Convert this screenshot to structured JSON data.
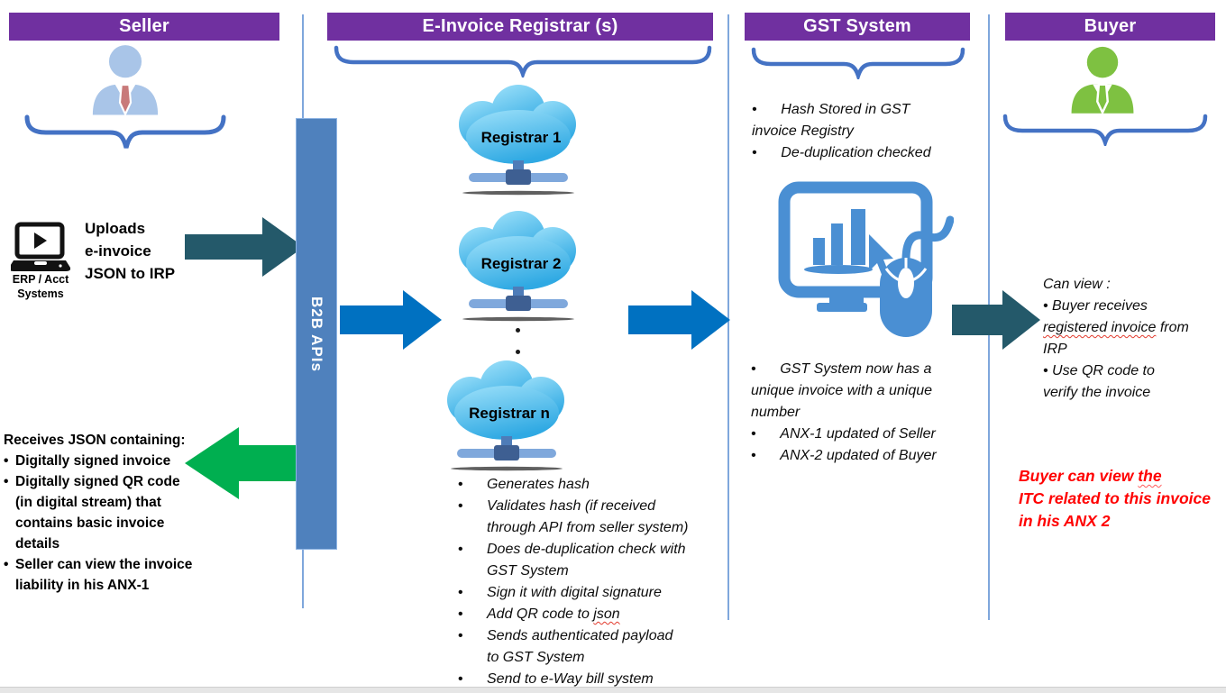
{
  "seller": {
    "header": "Seller",
    "erp_label": "ERP / Acct\nSystems",
    "upload_text": "Uploads\ne-invoice\nJSON to IRP",
    "receives_title": "Receives JSON containing:",
    "receives_bullets": [
      "Digitally signed invoice",
      "Digitally signed QR code\n(in digital stream) that\ncontains basic invoice\ndetails",
      "Seller can view the invoice\nliability in his ANX-1"
    ]
  },
  "b2b": {
    "label": "B2B APIs"
  },
  "registrar": {
    "header": "E-Invoice Registrar (s)",
    "clouds": [
      "Registrar 1",
      "Registrar 2",
      "Registrar n"
    ],
    "bullets": [
      "Generates hash",
      "Validates hash (if received\nthrough API from seller system)",
      "Does de-duplication check with\nGST System",
      "Sign it with digital signature"
    ],
    "add_qr": {
      "pre": "Add QR code to ",
      "word": "json"
    },
    "bullets2": [
      "Sends authenticated payload\nto GST System",
      "Send to e-Way bill system"
    ]
  },
  "gst": {
    "header": "GST System",
    "top_bullets": [
      "Hash Stored in GST\ninvoice Registry",
      "De-duplication checked"
    ],
    "bottom_bullets": [
      "GST System now has a\nunique invoice with a unique\nnumber",
      "ANX-1 updated of Seller",
      "ANX-2 updated of Buyer"
    ]
  },
  "buyer": {
    "header": "Buyer",
    "can_view_title": "Can view :",
    "bullet1_pre": "Buyer receives\n",
    "bullet1_squiggle": "registered invoice",
    "bullet1_post": " from\nIRP",
    "bullet2": "Use QR code to\nverify the invoice",
    "note_pre": "Buyer can view ",
    "note_squiggle": "the",
    "note_rest": "\nITC related to this invoice\nin his ANX 2"
  },
  "colors": {
    "header_bg": "#7030A0",
    "brace_blue": "#4472C4",
    "divider_blue": "#7FA7DC",
    "teal_arrow": "#24596A",
    "blue_arrow": "#0071C1",
    "green_arrow": "#00AF50",
    "b2b_bar": "#4F81BD",
    "cloud_blue_top": "#9EE1FA",
    "cloud_blue_bottom": "#2FA9E3",
    "gst_icon_blue": "#4A8FD3",
    "seller_icon_blue": "#A9C5E8",
    "buyer_icon_green": "#7EC141",
    "note_red": "#FF0000"
  }
}
